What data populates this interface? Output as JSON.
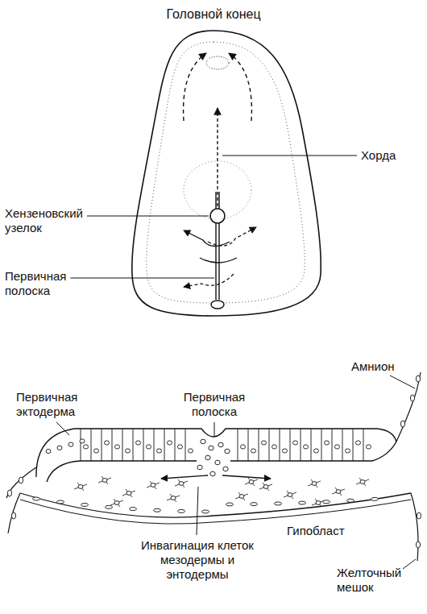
{
  "diagram": {
    "title": "Головной конец",
    "labels": [
      "Хорда",
      "Хензеновский узелок",
      "Первичная полоска",
      "Амнион",
      "Первичная эктодерма",
      "Первичная полоска",
      "Гипобласт",
      "Инвагинация клеток мезодермы и энтодермы",
      "Желточный мешок"
    ]
  }
}
